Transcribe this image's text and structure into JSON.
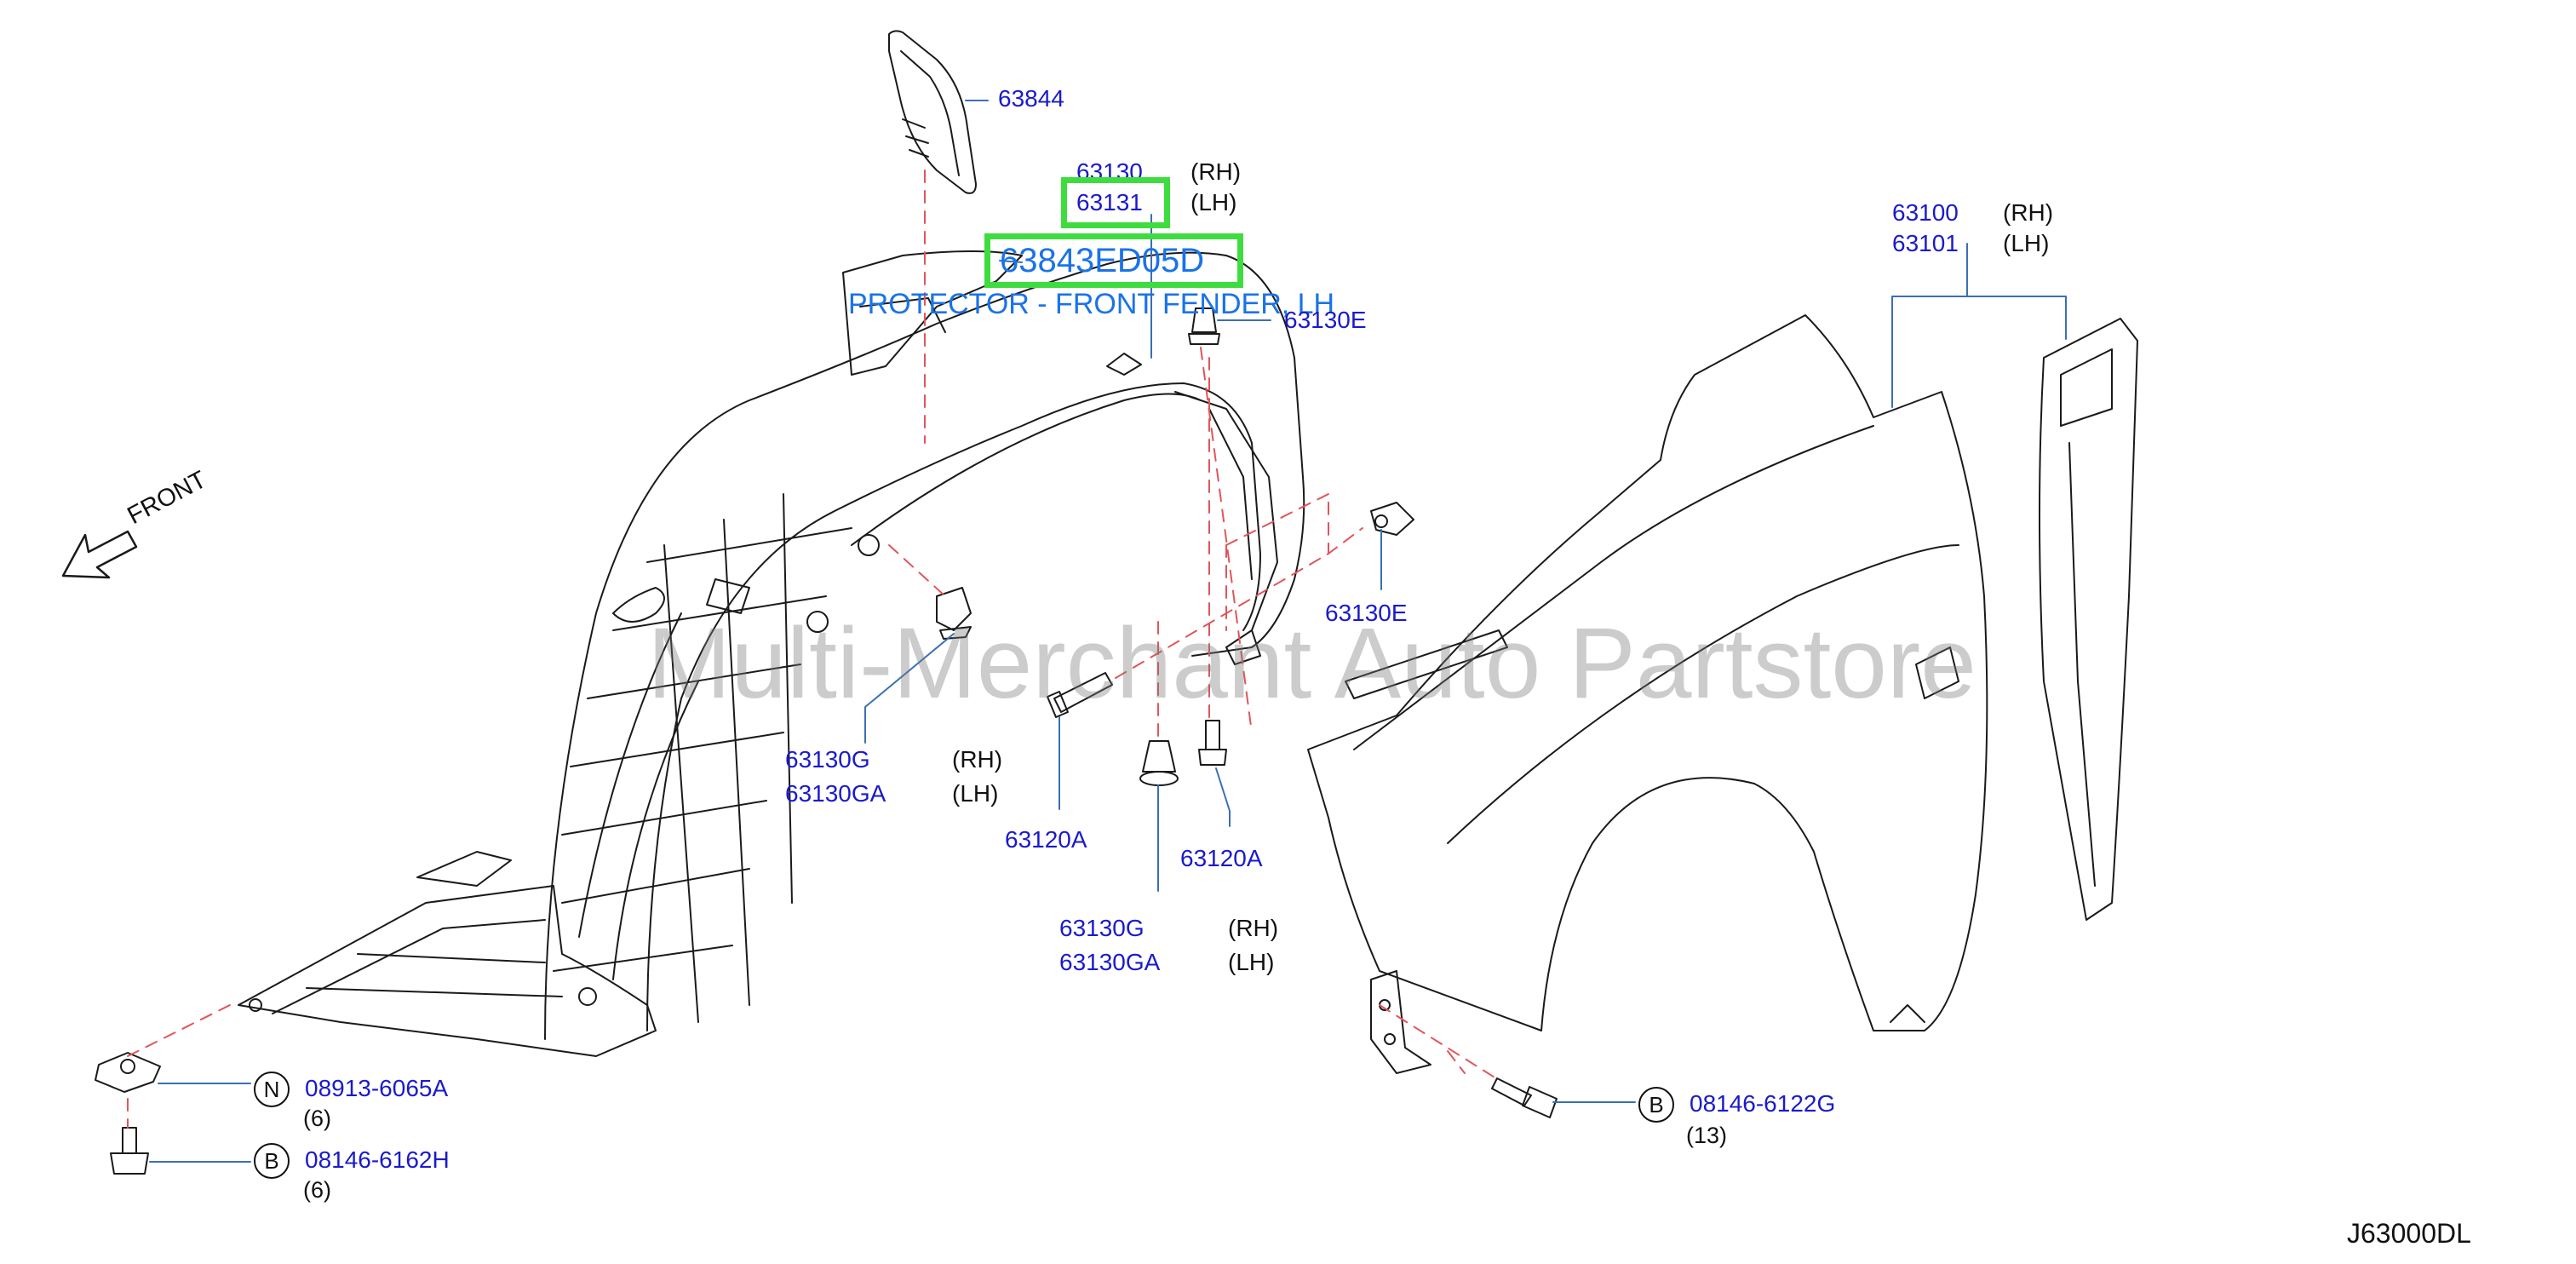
{
  "watermark": "Multi-Merchant Auto Partstore",
  "front_label": "FRONT",
  "diagram_code": "J63000DL",
  "highlight": {
    "part_number": "63843ED05D",
    "description": "PROTECTOR - FRONT FENDER, LH"
  },
  "callouts": {
    "c63844": "63844",
    "c63130": "63130",
    "c63130_side": "(RH)",
    "c63131": "63131",
    "c63131_side": "(LH)",
    "c63130E_top": "63130E",
    "c63130E_right": "63130E",
    "c63130G_left": "63130G",
    "c63130G_left_side": "(RH)",
    "c63130GA_left": "63130GA",
    "c63130GA_left_side": "(LH)",
    "c63120A_left": "63120A",
    "c63120A_right": "63120A",
    "c63130G_mid": "63130G",
    "c63130G_mid_side": "(RH)",
    "c63130GA_mid": "63130GA",
    "c63130GA_mid_side": "(LH)",
    "c63100": "63100",
    "c63100_side": "(RH)",
    "c63101": "63101",
    "c63101_side": "(LH)",
    "nut_symbol": "N",
    "nut_part": "08913-6065A",
    "nut_qty": "(6)",
    "bolt_symbol": "B",
    "bolt_part": "08146-6162H",
    "bolt_qty": "(6)",
    "bolt2_symbol": "B",
    "bolt2_part": "08146-6122G",
    "bolt2_qty": "(13)"
  },
  "colors": {
    "callout_text": "#1a1acc",
    "highlight_box": "#3fdc3f",
    "highlight_text": "#1a73e8",
    "dash_line": "#e0555a",
    "leader_line": "#3a6fb5",
    "outline": "#1a1a1a"
  }
}
